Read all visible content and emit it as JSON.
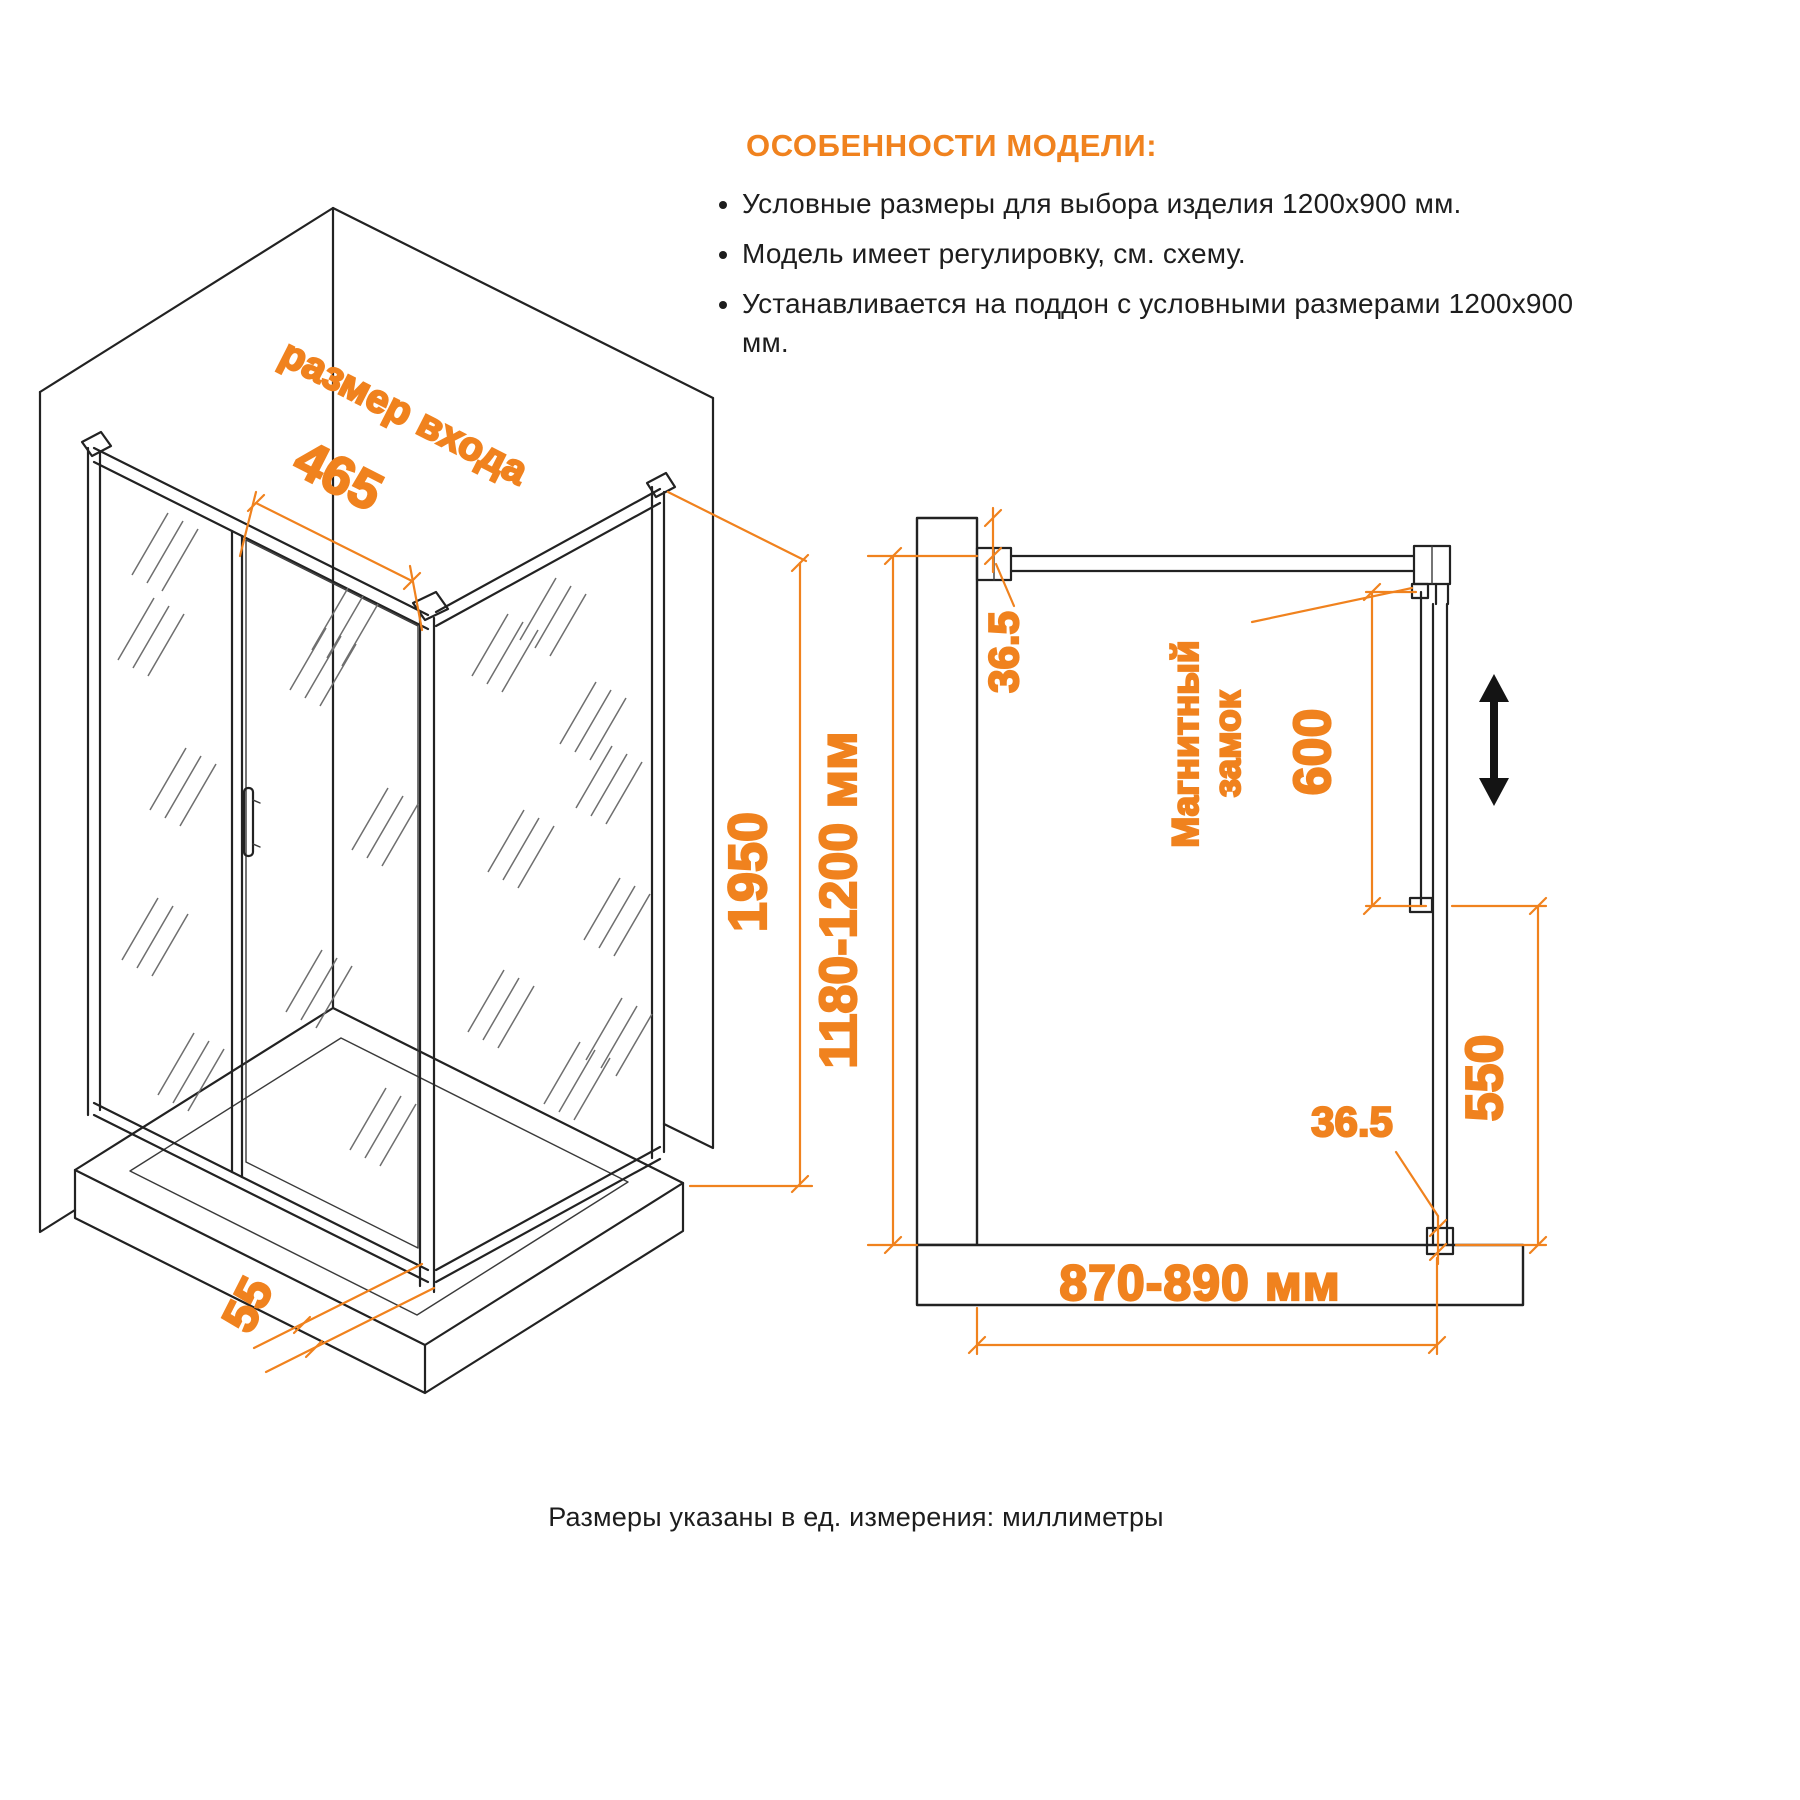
{
  "features": {
    "title": "ОСОБЕННОСТИ МОДЕЛИ:",
    "bullets": [
      "Условные размеры для выбора изделия 1200х900 мм.",
      "Модель имеет регулировку, см. схему.",
      "Устанавливается на поддон с условными размерами 1200х900 мм."
    ]
  },
  "iso_view": {
    "entrance_label": "размер входа",
    "entrance_width": "465",
    "height": "1950",
    "tray_offset": "55"
  },
  "plan_view": {
    "profile_adjust_top": "36.5",
    "depth_range": "1180-1200 мм",
    "magnet_line1": "Магнитный",
    "magnet_line2": "замок",
    "door_width": "600",
    "fixed_width": "550",
    "profile_adjust_bottom": "36.5",
    "width_range": "870-890 мм"
  },
  "footer": {
    "note": "Размеры указаны в ед. измерения: миллиметры"
  },
  "colors": {
    "accent": "#F0821E",
    "line": "#222222"
  }
}
